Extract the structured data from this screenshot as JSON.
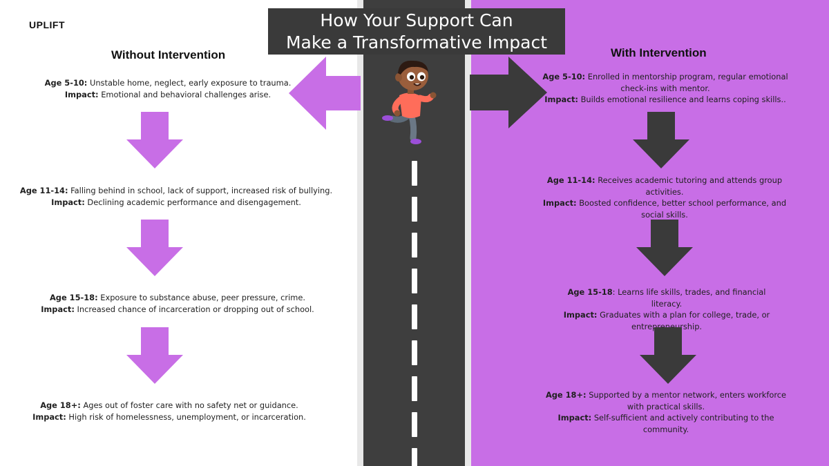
{
  "brand": "UPLIFT",
  "title": {
    "line1": "How Your Support Can",
    "line2": "Make a Transformative Impact"
  },
  "left": {
    "heading": "Without Intervention",
    "stages": [
      {
        "age": "Age 5-10:",
        "text": " Unstable home, neglect, early exposure to trauma.",
        "impact_label": "Impact:",
        "impact": " Emotional and behavioral challenges arise."
      },
      {
        "age": "Age 11-14:",
        "text": " Falling behind in school, lack of support, increased risk of bullying.",
        "impact_label": "Impact:",
        "impact": " Declining academic performance and disengagement."
      },
      {
        "age": "Age 15-18:",
        "text": " Exposure to substance abuse, peer pressure, crime.",
        "impact_label": "Impact:",
        "impact": " Increased chance of incarceration or dropping out of school."
      },
      {
        "age": "Age 18+:",
        "text": " Ages out of foster care with no safety net or guidance.",
        "impact_label": "Impact:",
        "impact": " High risk of homelessness, unemployment, or incarceration."
      }
    ]
  },
  "right": {
    "heading": "With Intervention",
    "stages": [
      {
        "age": "Age 5-10:",
        "text": " Enrolled in mentorship program, regular emotional check-ins with mentor.",
        "impact_label": "Impact:",
        "impact": " Builds emotional resilience and learns coping skills.."
      },
      {
        "age": "Age 11-14:",
        "text": " Receives academic tutoring and attends group activities.",
        "impact_label": "Impact:",
        "impact": " Boosted confidence, better school performance, and social skills."
      },
      {
        "age": "Age 15-18",
        "text": ": Learns life skills, trades, and financial literacy.",
        "impact_label": "Impact:",
        "impact": " Graduates with a plan for college, trade, or entrepreneurship."
      },
      {
        "age": "Age 18+:",
        "text": " Supported by a mentor network, enters workforce with practical skills.",
        "impact_label": "Impact:",
        "impact": " Self-sufficient and actively contributing to the community."
      }
    ]
  },
  "colors": {
    "purple": "#c86ee6",
    "dark": "#3a3a3a",
    "road": "#3e3e3e"
  },
  "icons": {
    "runner": "running-child-illustration",
    "arrows": "arrow-icon"
  }
}
